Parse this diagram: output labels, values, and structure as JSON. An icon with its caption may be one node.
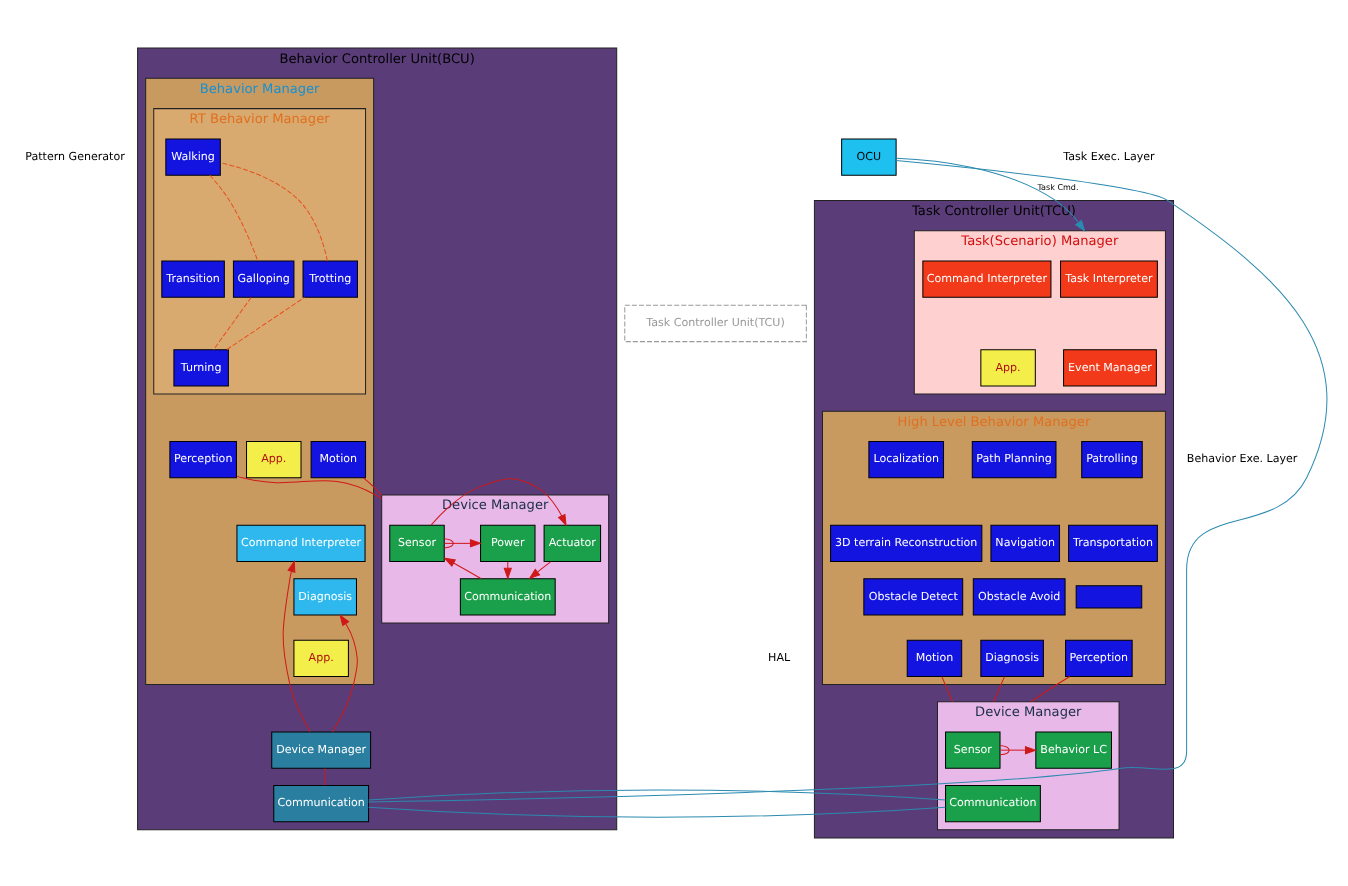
{
  "diagram": {
    "nodes": [
      {
        "text": [
          "OCU"
        ]
      },
      {
        "text": [
          "Task Controller Unit(TCU)"
        ]
      },
      {
        "text": [
          "Task(Scenario) Manager"
        ],
        "in": 1
      },
      {
        "text": [
          "Task Interpreter"
        ],
        "in": 2
      },
      {
        "text": [
          "Command Interpreter"
        ],
        "in": 2
      },
      {
        "text": [
          "Event Manager"
        ],
        "in": 2
      },
      {
        "text": [
          "App."
        ],
        "in": 2
      },
      {
        "text": [
          "High Level Behavior Manager"
        ],
        "in": 1
      },
      {
        "text": [
          "Patrolling"
        ],
        "in": 7
      },
      {
        "text": [
          "Localization"
        ],
        "in": 7
      },
      {
        "text": [
          "Path Planning"
        ],
        "in": 7
      },
      {
        "text": [
          "Transportation"
        ],
        "in": 7
      },
      {
        "text": [
          "3D terrain Reconstruction"
        ],
        "in": 7
      },
      {
        "text": [
          "Navigation"
        ],
        "in": 7
      },
      {
        "text": [],
        "shape": "box",
        "in": 7
      },
      {
        "text": [
          "Obstacle Detect"
        ],
        "in": 7
      },
      {
        "text": [
          "Obstacle Avoid"
        ],
        "in": 7
      },
      {
        "text": [
          "Perception"
        ],
        "in": 7
      },
      {
        "text": [
          "Motion"
        ],
        "in": 7
      },
      {
        "text": [
          "Diagnosis"
        ],
        "in": 7
      },
      {
        "text": [
          "Device Manager"
        ],
        "in": 1
      },
      {
        "text": [
          "Sensor"
        ],
        "in": 20
      },
      {
        "text": [
          "Behavior LC"
        ],
        "in": 20
      },
      {
        "text": [
          "Communication"
        ],
        "in": 20
      },
      {
        "text": [
          "Task Controller Unit(TCU)"
        ]
      },
      {
        "text": [
          "Behavior Controller Unit(BCU)"
        ]
      },
      {
        "text": [
          "Behavior Manager"
        ],
        "in": 25
      },
      {
        "text": [
          "Command Interpreter"
        ],
        "in": 26
      },
      {
        "text": [
          "Diagnosis"
        ],
        "in": 26
      },
      {
        "text": [
          "App."
        ],
        "in": 26
      },
      {
        "text": [
          "RT Behavior Manager"
        ],
        "in": 26
      },
      {
        "text": [
          "Walking"
        ],
        "in": 30
      },
      {
        "text": [
          "Trotting"
        ],
        "in": 30
      },
      {
        "text": [
          "Transition"
        ],
        "in": 30
      },
      {
        "text": [
          "Galloping"
        ],
        "in": 30
      },
      {
        "text": [
          "Turning"
        ],
        "in": 30
      },
      {
        "text": [
          "App."
        ],
        "in": 26
      },
      {
        "text": [
          "Perception"
        ],
        "in": 26
      },
      {
        "text": [
          "Motion"
        ],
        "in": 26
      },
      {
        "text": [
          "Device Manager"
        ],
        "in": 25
      },
      {
        "text": [
          "Communication"
        ],
        "in": 25
      },
      {
        "text": [
          "Device Manager"
        ],
        "in": 25
      },
      {
        "text": [
          "Sensor"
        ],
        "in": 41
      },
      {
        "text": [
          "Actuator"
        ],
        "in": 41
      },
      {
        "text": [
          "Power"
        ],
        "in": 41
      },
      {
        "text": [
          "Communication"
        ],
        "in": 41
      }
    ],
    "edges": [
      {
        "from": 0,
        "to": 2,
        "arrow": "to",
        "label": "Task Cmd.",
        "color": "#2b8ab0"
      },
      {
        "from": 0,
        "to": 40,
        "arrow": "none",
        "color": "#2b8ab0"
      },
      {
        "from": 23,
        "to": 40,
        "arrow": "none",
        "color": "#2b8ab0"
      },
      {
        "from": 17,
        "to": 20,
        "arrow": "none"
      },
      {
        "from": 18,
        "to": 20,
        "arrow": "none"
      },
      {
        "from": 19,
        "to": 20,
        "arrow": "none"
      },
      {
        "from": 20,
        "to": 21,
        "arrow": "none"
      },
      {
        "from": 20,
        "to": 22,
        "arrow": "to"
      },
      {
        "from": 39,
        "to": 28,
        "arrow": "to"
      },
      {
        "from": 39,
        "to": 27,
        "arrow": "to"
      },
      {
        "from": 39,
        "to": 40,
        "arrow": "none"
      },
      {
        "from": 37,
        "to": 41,
        "arrow": "none"
      },
      {
        "from": 38,
        "to": 41,
        "arrow": "none"
      },
      {
        "from": 41,
        "to": 42,
        "arrow": "none"
      },
      {
        "from": 41,
        "to": 43,
        "arrow": "to"
      },
      {
        "from": 41,
        "to": 44,
        "arrow": "to"
      },
      {
        "from": 45,
        "to": 42,
        "arrow": "to"
      },
      {
        "from": 43,
        "to": 45,
        "arrow": "to"
      },
      {
        "from": 44,
        "to": 45,
        "arrow": "to"
      },
      {
        "from": 31,
        "to": 34,
        "arrow": "none",
        "style": "dashed",
        "color": "#e8501e"
      },
      {
        "from": 34,
        "to": 35,
        "arrow": "none",
        "style": "dashed",
        "color": "#e8501e"
      },
      {
        "from": 35,
        "to": 32,
        "arrow": "none",
        "style": "dashed",
        "color": "#e8501e"
      },
      {
        "from": 32,
        "to": 31,
        "arrow": "none",
        "style": "dashed",
        "color": "#e8501e"
      }
    ],
    "labels": [
      "Task Exec. Layer",
      "Behavior Exe. Layer",
      "HAL",
      "Pattern Generator"
    ]
  }
}
